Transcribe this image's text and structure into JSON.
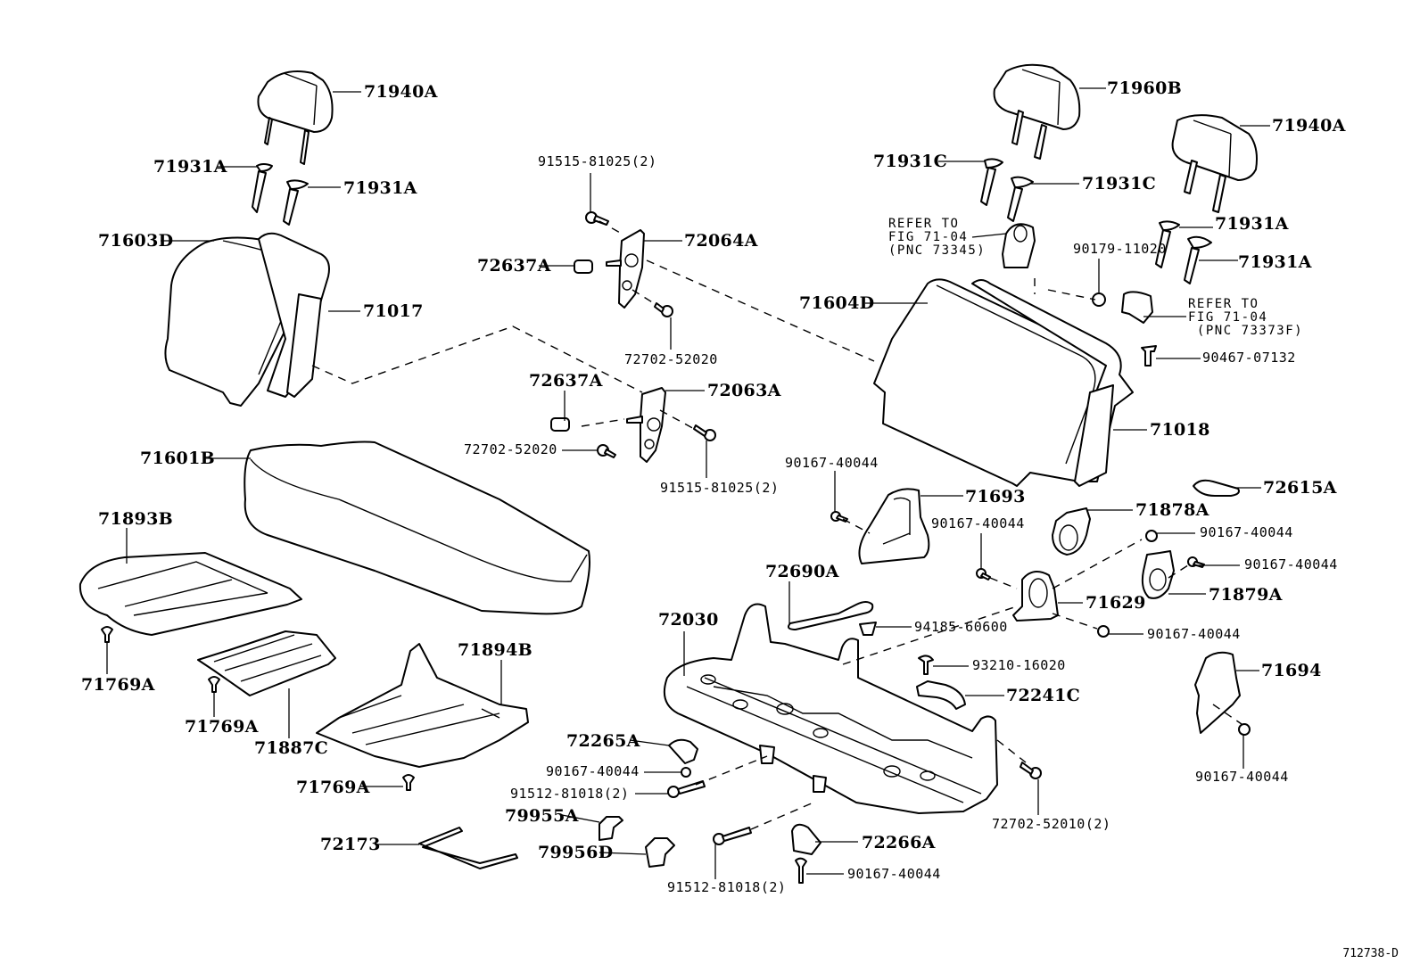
{
  "diagram": {
    "figure_number": "712738-D",
    "labels": {
      "headrest_left": "71940A",
      "guide_left_1": "71931A",
      "guide_left_2": "71931A",
      "back_cover_left": "71603D",
      "back_frame_left": "71017",
      "bolt_top": "91515-81025(2)",
      "hinge_upper": "72064A",
      "bushing_upper": "72637A",
      "nut_upper": "72702-52020",
      "bushing_lower": "72637A",
      "hinge_lower": "72063A",
      "nut_lower": "72702-52020",
      "bolt_lower": "91515-81025(2)",
      "cushion_cover": "71601B",
      "pad_left": "71893B",
      "clip_1": "71769A",
      "clip_2": "71769A",
      "pad_center": "71887C",
      "pad_right": "71894B",
      "clip_3": "71769A",
      "wire": "72173",
      "headrest_center": "71960B",
      "guide_center_1": "71931C",
      "guide_center_2": "71931C",
      "headrest_right": "71940A",
      "guide_right_1": "71931A",
      "guide_right_2": "71931A",
      "screw_top": "90179-11020",
      "back_cover_right": "71604D",
      "screw_right": "90467-07132",
      "back_frame_right": "71018",
      "screw_a": "90167-40044",
      "cover_71693": "71693",
      "screw_b": "90167-40044",
      "knob": "72615A",
      "cover_71878A": "71878A",
      "screw_c": "90167-40044",
      "screw_d": "90167-40044",
      "cover_71879A": "71879A",
      "cover_71629": "71629",
      "screw_e": "90167-40044",
      "strap": "72690A",
      "clip_94185": "94185-60600",
      "frame": "72030",
      "screw_93210": "93210-16020",
      "bracket_72241C": "72241C",
      "cover_71694": "71694",
      "screw_f": "90167-40044",
      "cap_72265A": "72265A",
      "screw_g": "90167-40044",
      "bolt_91512_a": "91512-81018(2)",
      "clip_79955A": "79955A",
      "clip_79956D": "79956D",
      "bolt_91512_b": "91512-81018(2)",
      "cover_72266A": "72266A",
      "screw_h": "90167-40044",
      "nut_frame": "72702-52010(2)"
    },
    "references": {
      "refer_left": "REFER TO\nFIG 71-04\n(PNC 73345)",
      "refer_right": "REFER TO\nFIG 71-04\n (PNC 73373F)"
    }
  }
}
